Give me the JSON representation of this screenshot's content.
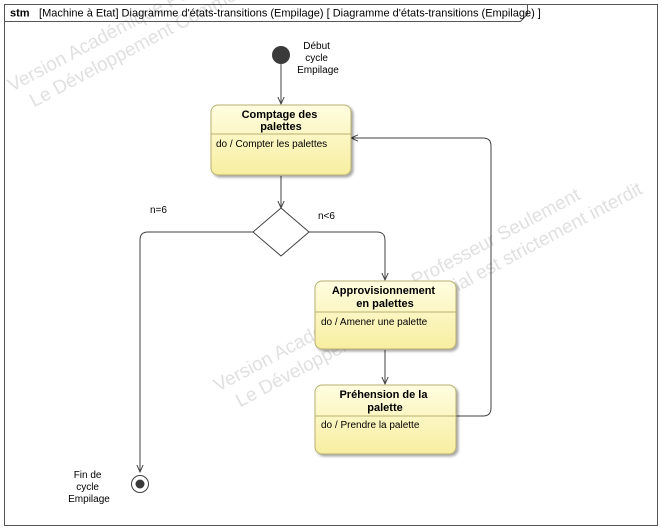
{
  "frame": {
    "keyword": "stm",
    "label": "[Machine à Etat] Diagramme d'états-transitions (Empilage) [ Diagramme d'états-transitions (Empilage) ]"
  },
  "initial": {
    "label_lines": [
      "Début",
      "cycle",
      "Empilage"
    ]
  },
  "final": {
    "label_lines": [
      "Fin de",
      "cycle",
      "Empilage"
    ]
  },
  "states": {
    "comptage": {
      "title_lines": [
        "Comptage des",
        "palettes"
      ],
      "activity": "do / Compter les palettes"
    },
    "approvisionnement": {
      "title_lines": [
        "Approvisionnement",
        "en palettes"
      ],
      "activity": "do / Amener une palette"
    },
    "prehension": {
      "title_lines": [
        "Préhension de la",
        "palette"
      ],
      "activity": "do / Prendre la palette"
    }
  },
  "guards": {
    "left": "n=6",
    "right": "n<6"
  },
  "watermarks": {
    "top_lines": [
      "Version Académique Pour Professeur Seulement",
      "Le Développement Commercial est strictement interdit"
    ],
    "bottom_lines": [
      "Version Académique Pour Professeur Seulement",
      "Le Développement Commercial est strictement interdit"
    ]
  },
  "colors": {
    "state_fill_top": "#fffde0",
    "state_fill_bottom": "#f7eea0",
    "state_stroke": "#b8b070",
    "line": "#404040",
    "node": "#3a3a3a",
    "frame": "#555555"
  }
}
